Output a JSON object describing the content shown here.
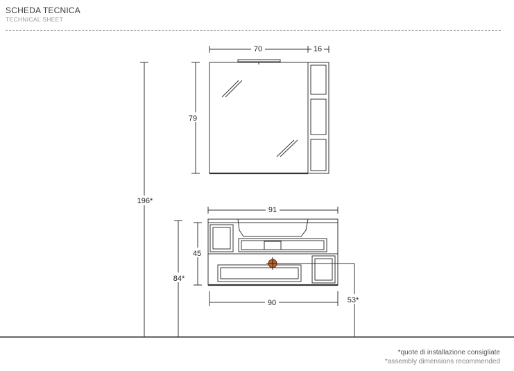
{
  "header": {
    "title": "SCHEDA TECNICA",
    "subtitle": "TECHNICAL SHEET"
  },
  "dimensions": {
    "mirror_width": "70",
    "shelf_width": "16",
    "mirror_height": "79",
    "total_height": "196*",
    "top_width": "91",
    "sink_cabinet_height": "45",
    "install_height": "84*",
    "base_width": "90",
    "drain_height": "53*"
  },
  "footnote": {
    "italian": "*quote di installazione consigliate",
    "english": "*assembly dimensions recommended"
  },
  "colors": {
    "line": "#333333",
    "drain_accent": "#c0622a"
  }
}
